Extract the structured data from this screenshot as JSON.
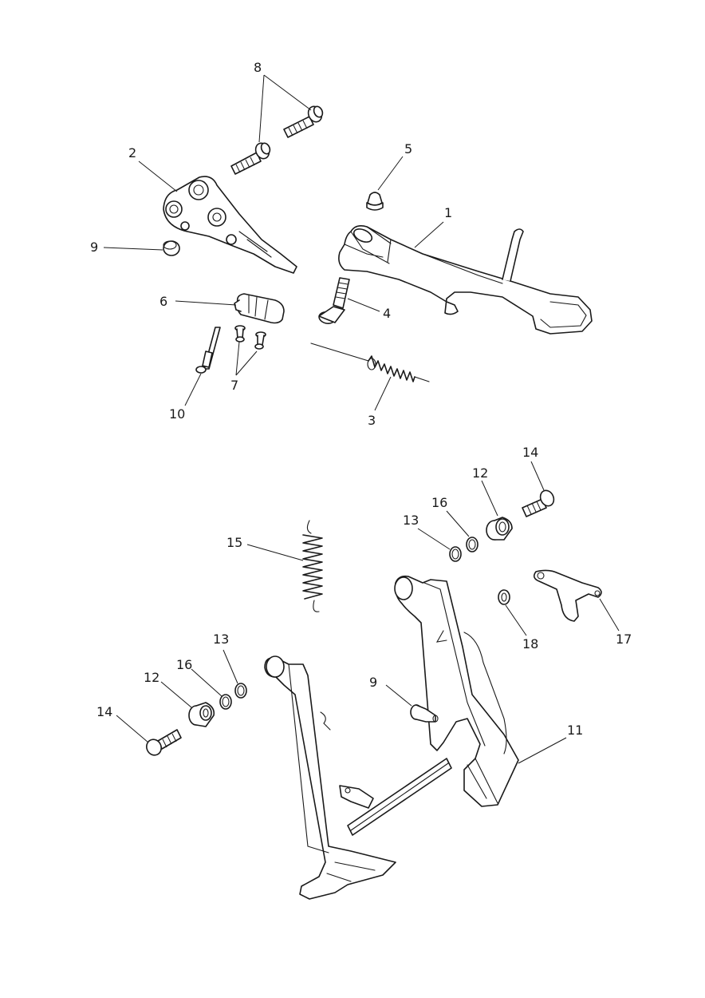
{
  "callouts": [
    {
      "id": "c8",
      "label": "8"
    },
    {
      "id": "c2",
      "label": "2"
    },
    {
      "id": "c5",
      "label": "5"
    },
    {
      "id": "c1",
      "label": "1"
    },
    {
      "id": "c9a",
      "label": "9"
    },
    {
      "id": "c6",
      "label": "6"
    },
    {
      "id": "c4",
      "label": "4"
    },
    {
      "id": "c7",
      "label": "7"
    },
    {
      "id": "c10",
      "label": "10"
    },
    {
      "id": "c3",
      "label": "3"
    },
    {
      "id": "c14a",
      "label": "14"
    },
    {
      "id": "c12a",
      "label": "12"
    },
    {
      "id": "c16a",
      "label": "16"
    },
    {
      "id": "c13a",
      "label": "13"
    },
    {
      "id": "c15",
      "label": "15"
    },
    {
      "id": "c17",
      "label": "17"
    },
    {
      "id": "c18",
      "label": "18"
    },
    {
      "id": "c13b",
      "label": "13"
    },
    {
      "id": "c16b",
      "label": "16"
    },
    {
      "id": "c12b",
      "label": "12"
    },
    {
      "id": "c14b",
      "label": "14"
    },
    {
      "id": "c9b",
      "label": "9"
    },
    {
      "id": "c11",
      "label": "11"
    }
  ]
}
